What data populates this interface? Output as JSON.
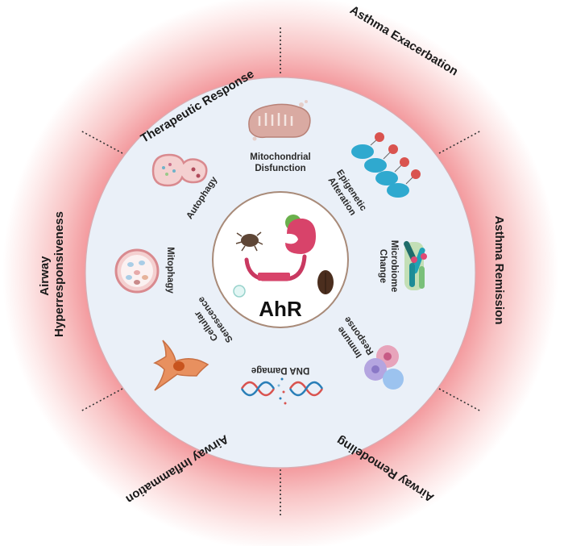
{
  "center": {
    "label": "AhR",
    "icons": [
      "dust-mite-icon",
      "green-particle-icon",
      "ahr-receptor-icon",
      "cockroach-icon",
      "ligand-bubble-icon"
    ]
  },
  "inner_items": [
    {
      "id": "mitochondrial-disfunction",
      "line1": "Mitochondrial",
      "line2": "Disfunction",
      "icon": "mitochondrion-icon"
    },
    {
      "id": "epigenetic-alteration",
      "line1": "Epigenetic",
      "line2": "Alteration",
      "icon": "nucleosome-icon"
    },
    {
      "id": "microbiome-change",
      "line1": "Microbiome",
      "line2": "Change",
      "icon": "bacteria-icon"
    },
    {
      "id": "immune-response",
      "line1": "Immune",
      "line2": "Response",
      "icon": "immune-cells-icon"
    },
    {
      "id": "dna-damage",
      "line1": "DNA Damage",
      "line2": "",
      "icon": "dna-helix-icon"
    },
    {
      "id": "cellular-senescence",
      "line1": "Cellular",
      "line2": "Senescence",
      "icon": "senescent-cell-icon"
    },
    {
      "id": "mitophagy",
      "line1": "Mitophagy",
      "line2": "",
      "icon": "mitophagy-vesicle-icon"
    },
    {
      "id": "autophagy",
      "line1": "Autophagy",
      "line2": "",
      "icon": "autophagosome-icon"
    }
  ],
  "outer_items": [
    {
      "id": "asthma-exacerbation",
      "line1": "Asthma Exacerbation",
      "line2": ""
    },
    {
      "id": "asthma-remission",
      "line1": "Asthma Remission",
      "line2": ""
    },
    {
      "id": "airway-remodeling",
      "line1": "Airway Remodeling",
      "line2": ""
    },
    {
      "id": "airway-inflammation",
      "line1": "Airway Inflammation",
      "line2": ""
    },
    {
      "id": "airway-hyperresponsiveness",
      "line1": "Airway",
      "line2": "Hyperresponsiveness"
    },
    {
      "id": "therapeutic-response",
      "line1": "Therapeutic Response",
      "line2": ""
    }
  ],
  "colors": {
    "outer_ring": "#f6a7a9",
    "inner_disc": "#eaf0f8",
    "center_disc": "#ffffff",
    "center_border": "#a88a78",
    "receptor": "#d8436a"
  }
}
